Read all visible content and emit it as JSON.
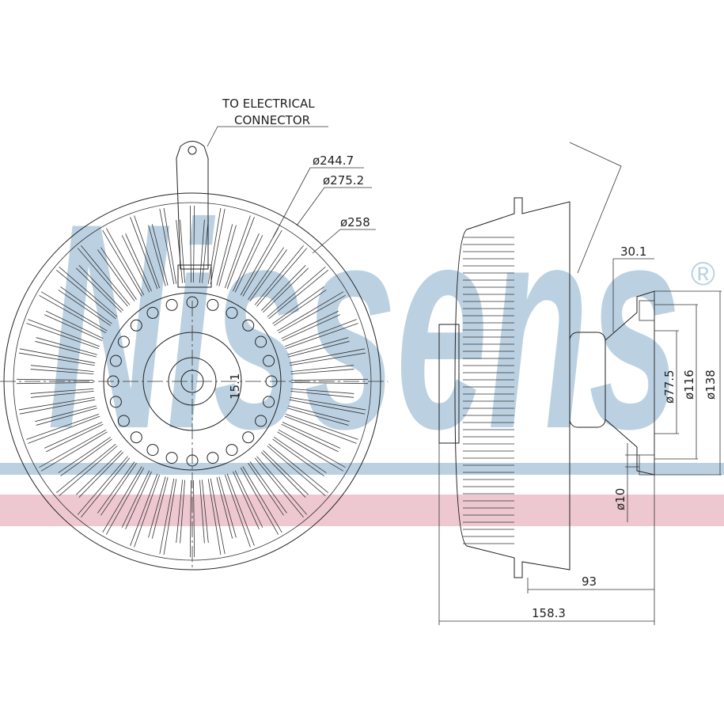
{
  "drawing": {
    "connector_note_line1": "TO ELECTRICAL",
    "connector_note_line2": "CONNECTOR",
    "dim_d244": "ø244.7",
    "dim_d275": "ø275.2",
    "dim_d258": "ø258",
    "dim_15": "15.1",
    "dim_30": "30.1",
    "dim_d77": "ø77.5",
    "dim_d116": "ø116",
    "dim_d138": "ø138",
    "dim_d10": "ø10",
    "dim_93": "93",
    "dim_158": "158.3"
  },
  "watermark": {
    "brand": "Nissens",
    "mark": "®",
    "blue": "#8fb4cf",
    "pink": "#e3a3b3"
  }
}
